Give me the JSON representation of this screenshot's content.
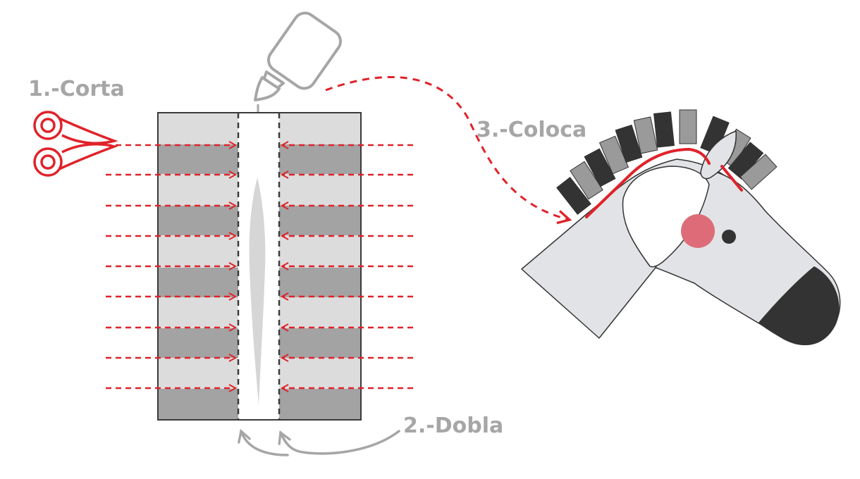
{
  "steps": {
    "cut": "1.-Corta",
    "fold": "2.-Dobla",
    "place": "3.-Coloca"
  },
  "colors": {
    "accent_red": "#e0222a",
    "label_gray": "#a6a6a6",
    "stripe_light": "#dcdcdc",
    "stripe_dark": "#a3a3a3",
    "outline": "#3a3a3a",
    "head_fill": "#e2e3e6",
    "mane_dark": "#333333",
    "mane_mid": "#9a9a9a",
    "cheek": "#de6c78",
    "glue_gray": "#d6d6d6"
  },
  "icons": {
    "scissors": "scissors-icon",
    "glue": "glue-bottle-icon"
  }
}
